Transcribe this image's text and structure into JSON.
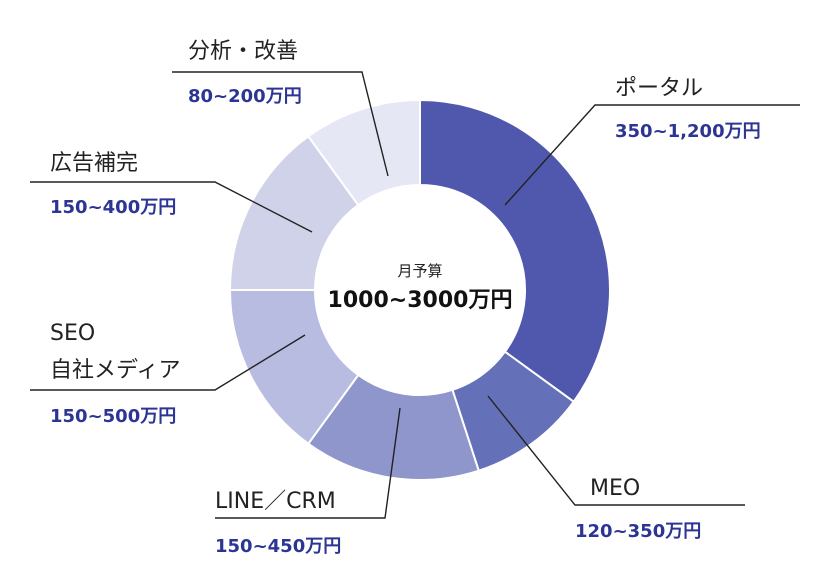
{
  "chart_data": {
    "type": "pie",
    "center": {
      "caption": "月予算",
      "value": "1000~3000万円"
    },
    "slices": [
      {
        "label": "ポータル",
        "range": "350~1,200万円",
        "color": "#5058ad",
        "value": 35
      },
      {
        "label": "MEO",
        "range": "120~350万円",
        "color": "#6470b8",
        "value": 10
      },
      {
        "label": "LINE／CRM",
        "range": "150~450万円",
        "color": "#8f96cc",
        "value": 15
      },
      {
        "label": "SEO\n自社メディア",
        "range": "150~500万円",
        "color": "#b8bce0",
        "value": 15
      },
      {
        "label": "広告補完",
        "range": "150~400万円",
        "color": "#d0d2ea",
        "value": 15
      },
      {
        "label": "分析・改善",
        "range": "80~200万円",
        "color": "#e6e7f4",
        "value": 10
      }
    ]
  }
}
